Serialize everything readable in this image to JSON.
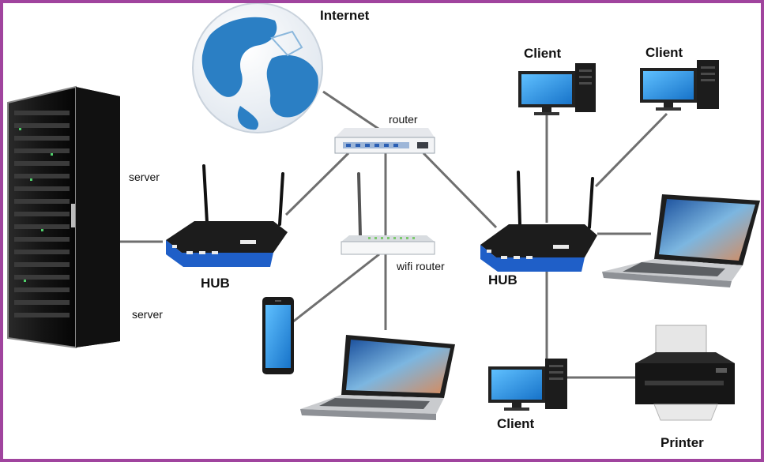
{
  "labels": {
    "internet": "Internet",
    "router": "router",
    "server_top": "server",
    "server_bottom": "server",
    "hub_left": "HUB",
    "hub_right": "HUB",
    "wifi_router": "wifi router",
    "client_top_left": "Client",
    "client_top_right": "Client",
    "client_bottom": "Client",
    "printer": "Printer"
  },
  "colors": {
    "frame": "#a0449e",
    "connection_line": "#6f6f6f",
    "hub_blue": "#1f5fc8",
    "ocean_blue": "#2b7fc4",
    "screen_blue": "#2f96e6"
  }
}
